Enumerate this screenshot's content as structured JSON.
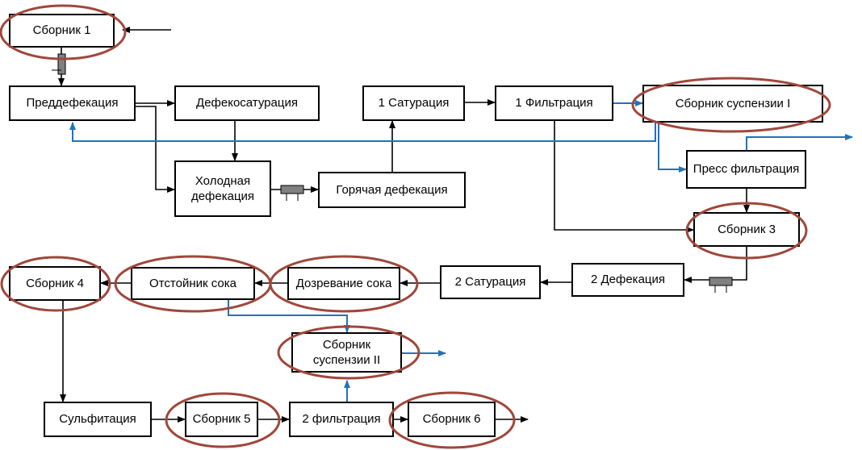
{
  "colors": {
    "line": "#000000",
    "flow_blue": "#1e73be",
    "highlight": "#a0473b",
    "valve": "#808080"
  },
  "nodes": {
    "sbornik1": "Сборник 1",
    "preddefekatsiya": "Преддефекация",
    "defekosaturatsiya": "Дефекосатурация",
    "kholodnaya_defekatsiya": "Холодная\nдефекация",
    "goryachaya_defekatsiya": "Горячая дефекация",
    "saturatsiya1": "1  Сатурация",
    "filtratsiya1": "1 Фильтрация",
    "sbornik_suspenzii1": "Сборник суспензии I",
    "press_filtratsiya": "Пресс фильтрация",
    "sbornik3": "Сборник 3",
    "defekatsiya2": "2 Дефекация",
    "saturatsiya2": "2 Сатурация",
    "dozrevanie_soka": "Дозревание сока",
    "otstoynik_soka": "Отстойник сока",
    "sbornik4": "Сборник 4",
    "sbornik_suspenzii2": "Сборник\nсуспензии II",
    "sulfitatsiya": "Сульфитация",
    "sbornik5": "Сборник 5",
    "filtratsiya2": "2 фильтрация",
    "sbornik6": "Сборник 6"
  }
}
